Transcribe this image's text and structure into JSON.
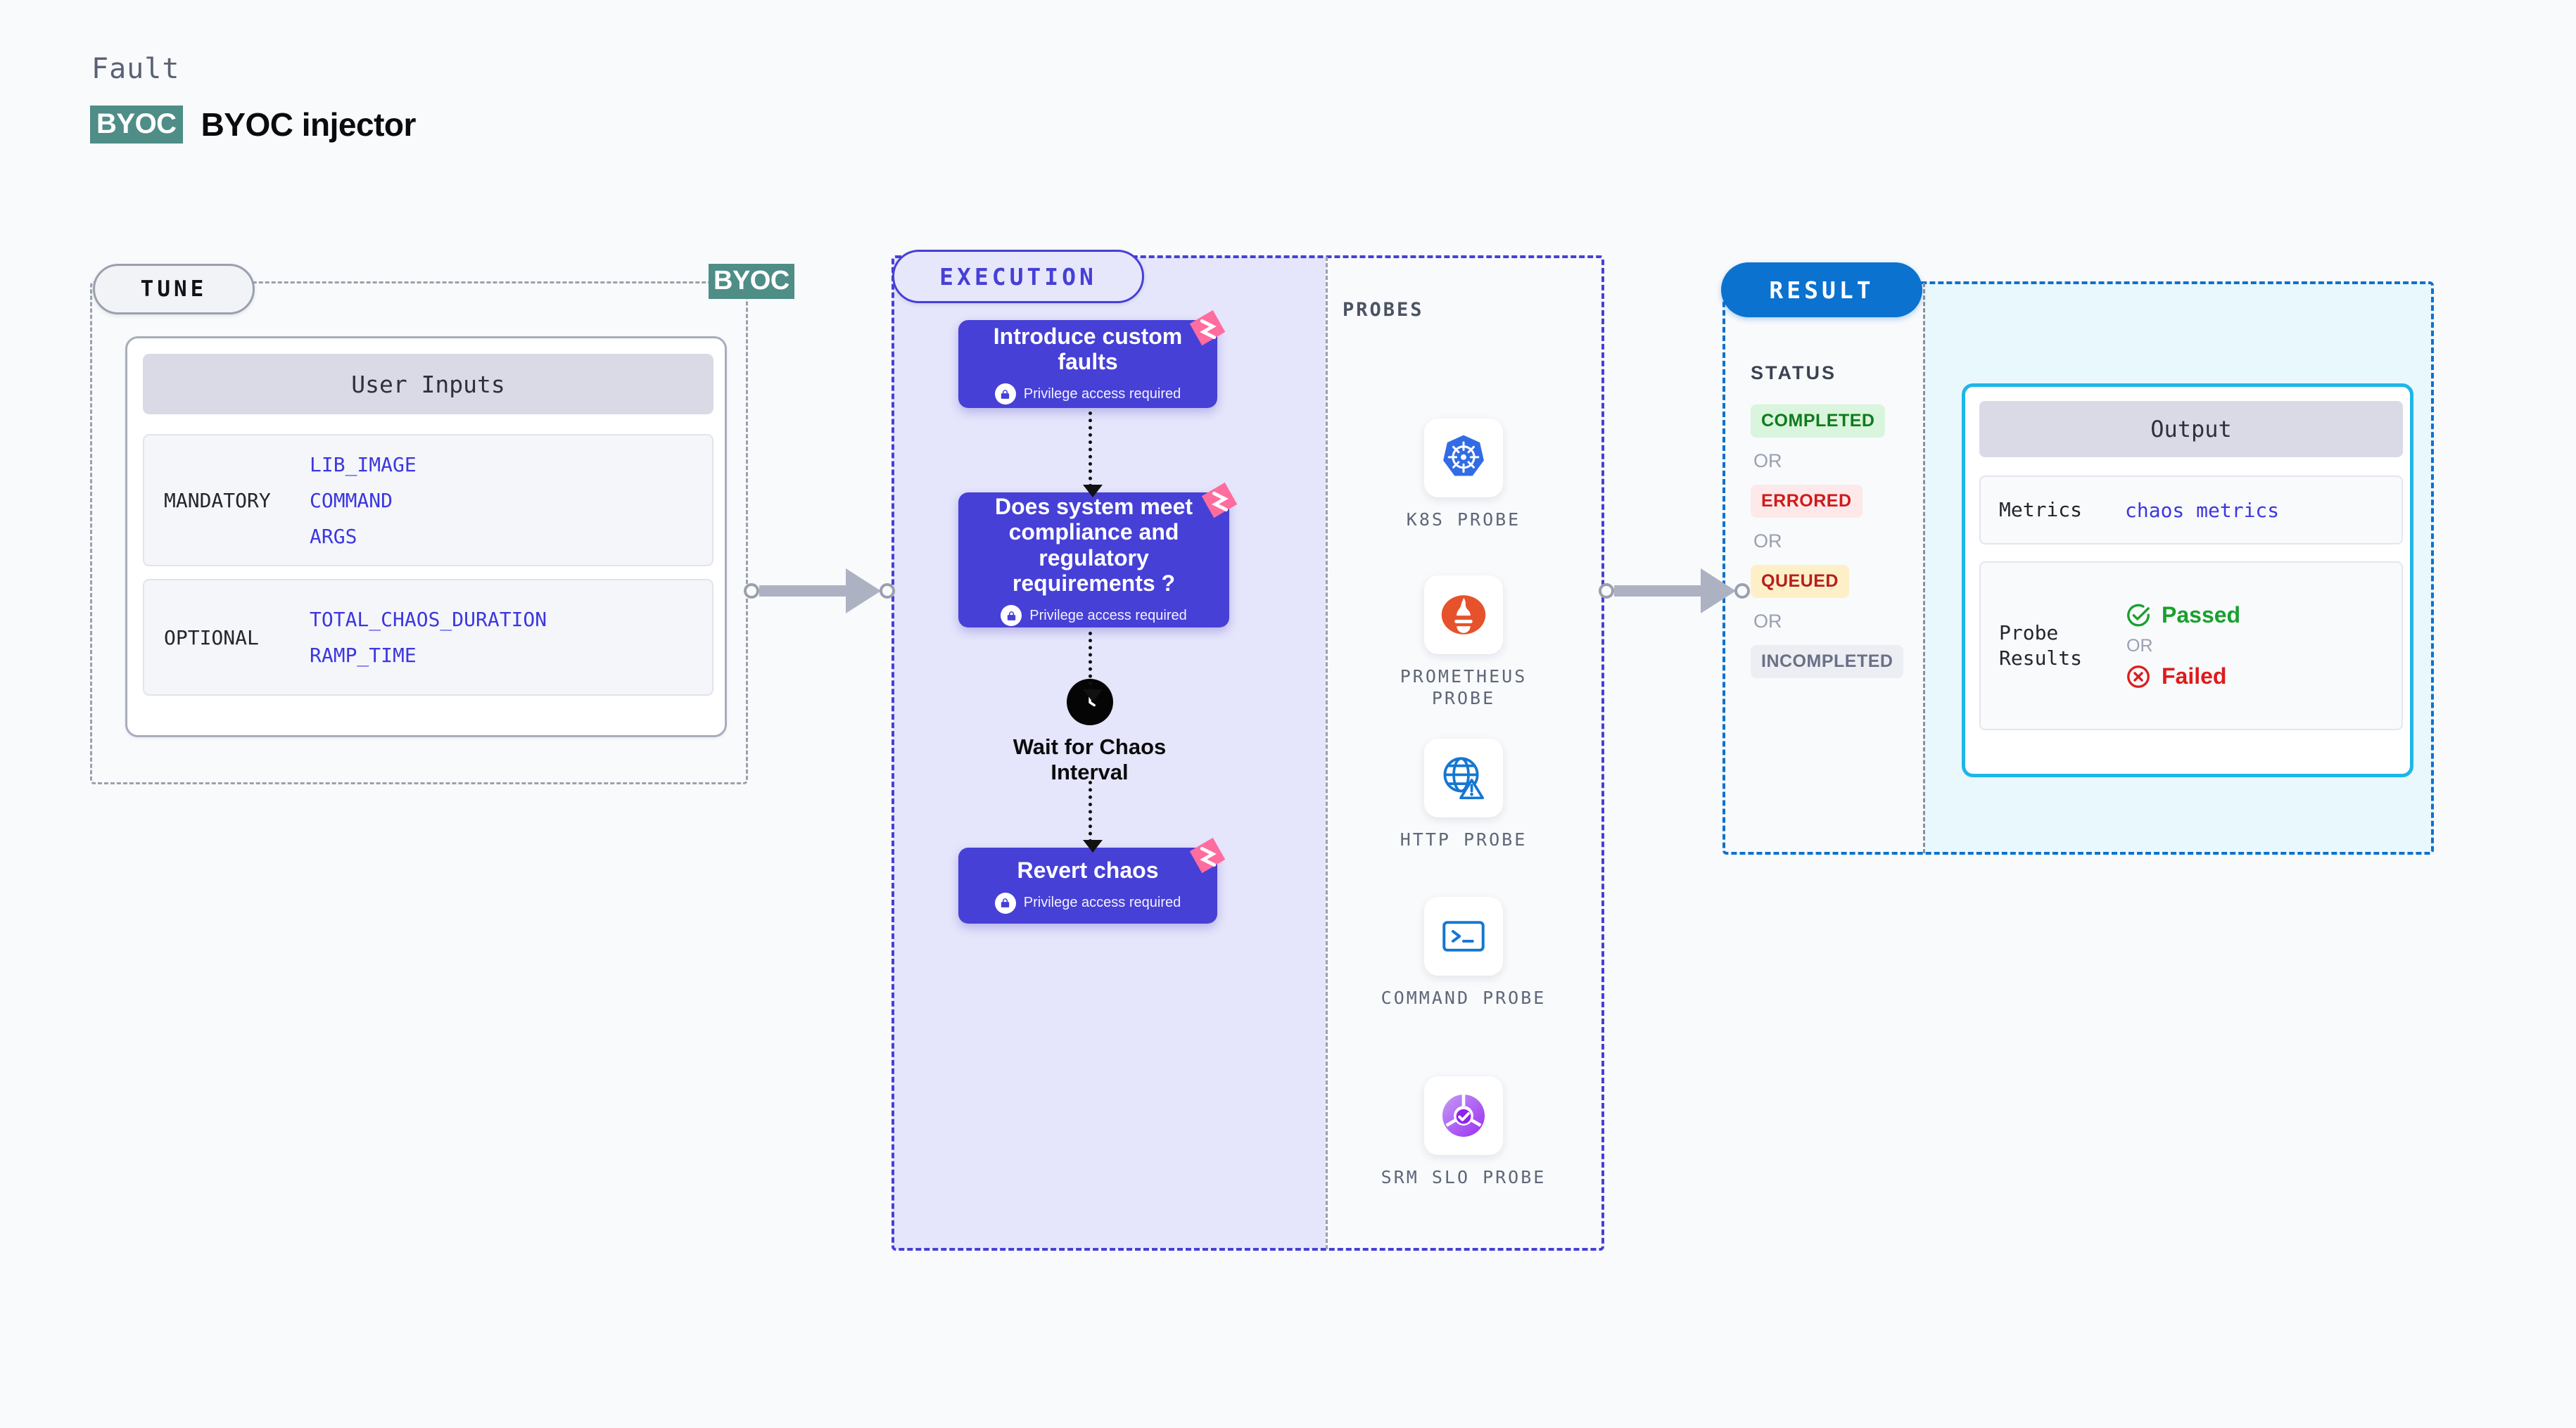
{
  "header": {
    "eyebrow": "Fault",
    "badge": "BYOC",
    "title": "BYOC injector"
  },
  "tune": {
    "pill_label": "TUNE",
    "corner_badge": "BYOC",
    "card_header": "User Inputs",
    "groups": [
      {
        "label": "MANDATORY",
        "values": [
          "LIB_IMAGE",
          "COMMAND",
          "ARGS"
        ]
      },
      {
        "label": "OPTIONAL",
        "values": [
          "TOTAL_CHAOS_DURATION",
          "RAMP_TIME"
        ]
      }
    ]
  },
  "execution": {
    "pill_label": "EXECUTION",
    "privilege_note": "Privilege access required",
    "nodes": [
      {
        "title": "Introduce custom faults",
        "privileged": true
      },
      {
        "title": "Does system meet compliance and regulatory requirements ?",
        "privileged": true
      },
      {
        "title": "Revert chaos",
        "privileged": true
      }
    ],
    "wait_step": {
      "label": "Wait for Chaos Interval",
      "icon": "clock-icon"
    }
  },
  "probes": {
    "title": "PROBES",
    "items": [
      {
        "label": "K8S PROBE",
        "icon": "kubernetes-icon"
      },
      {
        "label": "PROMETHEUS PROBE",
        "icon": "prometheus-icon"
      },
      {
        "label": "HTTP PROBE",
        "icon": "http-globe-warning-icon"
      },
      {
        "label": "COMMAND PROBE",
        "icon": "terminal-icon"
      },
      {
        "label": "SRM SLO PROBE",
        "icon": "srm-slo-donut-icon"
      }
    ]
  },
  "result": {
    "pill_label": "RESULT",
    "status_title": "STATUS",
    "or_label": "OR",
    "statuses": [
      {
        "label": "COMPLETED",
        "tone": "success"
      },
      {
        "label": "ERRORED",
        "tone": "error"
      },
      {
        "label": "QUEUED",
        "tone": "warning"
      },
      {
        "label": "INCOMPLETED",
        "tone": "neutral"
      }
    ],
    "output": {
      "header": "Output",
      "metrics_key": "Metrics",
      "metrics_value": "chaos metrics",
      "probe_results_key": "Probe Results",
      "passed_label": "Passed",
      "failed_label": "Failed",
      "or_label": "OR"
    }
  },
  "colors": {
    "brand_byoc": "#4f8d87",
    "execution": "#4640d6",
    "result": "#0b72cf",
    "output_border": "#1fb6e8",
    "status_success": "#107b1c",
    "status_error": "#cf1a1a",
    "status_warning": "#b81d1d",
    "status_neutral": "#6a7186",
    "litmus_pink": "#ff6c9e"
  }
}
